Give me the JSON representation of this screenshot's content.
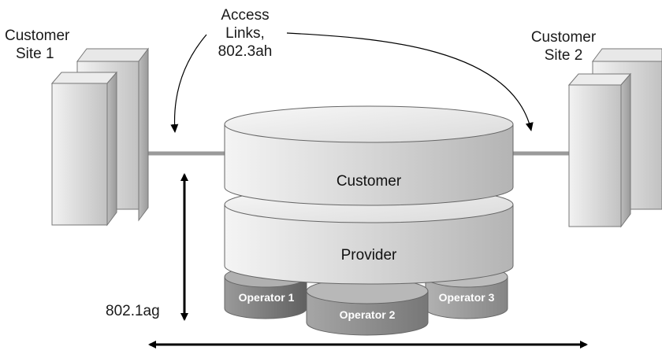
{
  "labels": {
    "customer_site_1": [
      "Customer",
      "Site 1"
    ],
    "customer_site_2": [
      "Customer",
      "Site 2"
    ],
    "access_links": [
      "Access",
      "Links,",
      "802.3ah"
    ],
    "oam_standard": "802.1ag"
  },
  "layers": {
    "customer": "Customer",
    "provider": "Provider",
    "operators": [
      "Operator 1",
      "Operator 2",
      "Operator 3"
    ]
  },
  "colors": {
    "customer_disk": "#d4d4d4",
    "provider_disk": "#c8c8c8",
    "operator_1": "#7a7a7a",
    "operator_2": "#8c8c8c",
    "operator_3": "#9a9a9a",
    "link": "#999999",
    "arrow": "#000000"
  }
}
